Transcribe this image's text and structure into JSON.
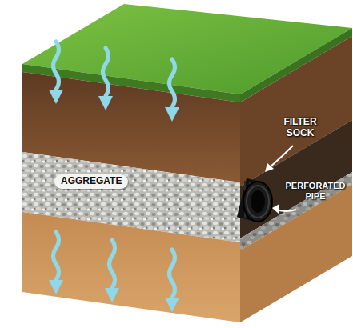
{
  "diagram": {
    "labels": [
      "FILTER SOCK",
      "AGGREGATE",
      "PERFORATED PIPE"
    ]
  }
}
